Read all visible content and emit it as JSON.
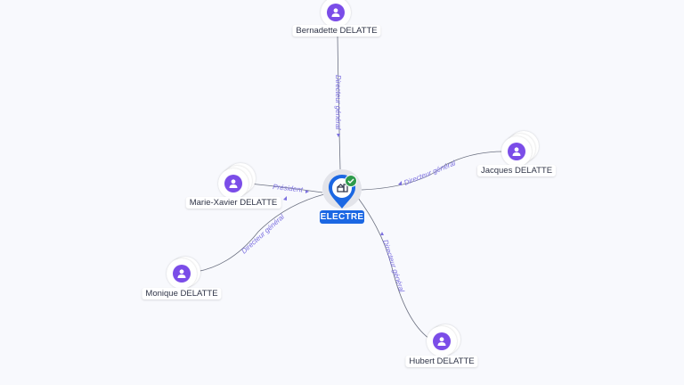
{
  "company": {
    "name": "ELECTRE",
    "status": "active",
    "colors": {
      "pin": "#1b67e3",
      "check": "#2e9a4c"
    }
  },
  "persons": [
    {
      "name": "Bernadette DELATTE",
      "role": "Directeur général"
    },
    {
      "name": "Jacques DELATTE",
      "role": "Directeur général"
    },
    {
      "name": "Marie-Xavier DELATTE",
      "role": "Président"
    },
    {
      "name": "Monique DELATTE",
      "role": "Directeur général"
    },
    {
      "name": "Hubert DELATTE",
      "role": "Directeur général"
    }
  ],
  "colors": {
    "avatar": "#7b4de8",
    "edge": "#6b7080",
    "edge_label": "#7b6fe0",
    "background": "#f8f9fd"
  }
}
